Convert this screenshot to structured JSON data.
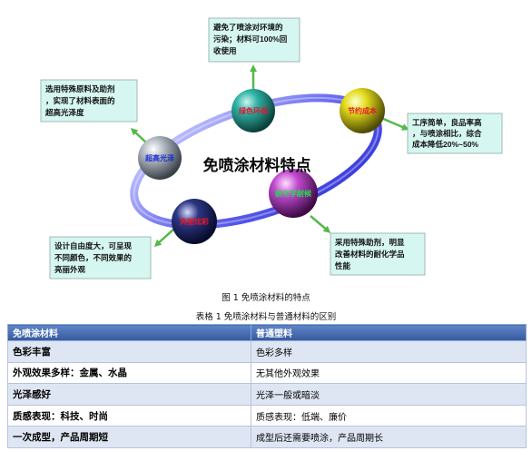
{
  "diagram": {
    "title": "免喷涂材料特点",
    "spheres": {
      "green_env": "绿色环保",
      "cost": "节约成本",
      "weather": "耐化学耐候",
      "bright": "亮丽炫彩",
      "gloss": "超高光泽"
    },
    "notes": {
      "top": [
        "避免了喷涂对环境的",
        "污染；材料可100%回",
        "收使用"
      ],
      "left": [
        "选用特殊原料及助剂",
        "，实现了材料表面的",
        "超高光泽度"
      ],
      "right": [
        "工序简单，良品率高",
        "，与喷涂相比，综合",
        "成本降低20%~50%"
      ],
      "bottom_left": [
        "设计自由度大，可呈现",
        "不同颜色，不同效果的",
        "亮丽外观"
      ],
      "bottom_right": [
        "采用特殊助剂，明显",
        "改善材料的耐化学品",
        "性能"
      ]
    }
  },
  "figure_caption": "图 1 免喷涂材料的特点",
  "table_caption": "表格 1 免喷涂材料与普通材料的区别",
  "table": {
    "headers": [
      "免喷涂材料",
      "普通塑料"
    ],
    "rows": [
      [
        "色彩丰富",
        "色彩多样"
      ],
      [
        "外观效果多样：金属、水晶",
        "无其他外观效果"
      ],
      [
        "光泽感好",
        "光泽一般或暗淡"
      ],
      [
        "质感表现：科技、时尚",
        "质感表现：低端、廉价"
      ],
      [
        "一次成型，产品周期短",
        "成型后还需要喷涂，产品周期长"
      ]
    ]
  }
}
